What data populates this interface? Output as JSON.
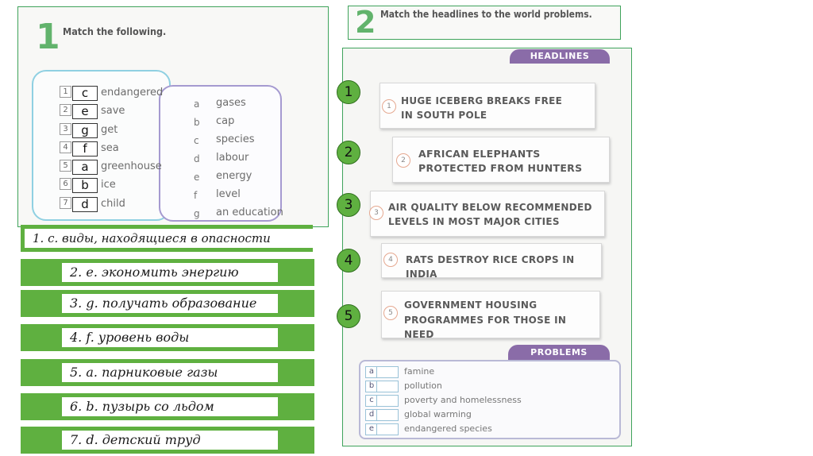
{
  "exercise1": {
    "number": "1",
    "instruction": "Match the following.",
    "words": [
      {
        "num": "1",
        "answer": "c",
        "word": "endangered"
      },
      {
        "num": "2",
        "answer": "e",
        "word": "save"
      },
      {
        "num": "3",
        "answer": "g",
        "word": "get"
      },
      {
        "num": "4",
        "answer": "f",
        "word": "sea"
      },
      {
        "num": "5",
        "answer": "a",
        "word": "greenhouse"
      },
      {
        "num": "6",
        "answer": "b",
        "word": "ice"
      },
      {
        "num": "7",
        "answer": "d",
        "word": "child"
      }
    ],
    "definitions": [
      {
        "letter": "a",
        "text": "gases"
      },
      {
        "letter": "b",
        "text": "cap"
      },
      {
        "letter": "c",
        "text": "species"
      },
      {
        "letter": "d",
        "text": "labour"
      },
      {
        "letter": "e",
        "text": "energy"
      },
      {
        "letter": "f",
        "text": "level"
      },
      {
        "letter": "g",
        "text": "an education"
      }
    ]
  },
  "translations": [
    "1. c. виды, находящиеся в опасности",
    "2. e. экономить энергию",
    "3. g. получать образование",
    "4. f. уровень воды",
    "5. a. парниковые газы",
    "6. b. пузырь со льдом",
    "7. d. детский труд"
  ],
  "exercise2": {
    "number": "2",
    "instruction": "Match the headlines to the world problems.",
    "headlines_tab": "HEADLINES",
    "problems_tab": "PROBLEMS",
    "headlines": [
      {
        "num": "1",
        "line1": "HUGE ICEBERG BREAKS FREE",
        "line2": "IN SOUTH POLE"
      },
      {
        "num": "2",
        "line1": "AFRICAN ELEPHANTS",
        "line2": "PROTECTED FROM HUNTERS"
      },
      {
        "num": "3",
        "line1": "AIR QUALITY BELOW RECOMMENDED",
        "line2": "LEVELS IN MOST MAJOR CITIES"
      },
      {
        "num": "4",
        "line1": "RATS DESTROY RICE CROPS IN INDIA",
        "line2": ""
      },
      {
        "num": "5",
        "line1": "GOVERNMENT HOUSING",
        "line2": "PROGRAMMES FOR THOSE IN NEED"
      }
    ],
    "markers": [
      "1",
      "2",
      "3",
      "4",
      "5"
    ],
    "problems": [
      {
        "letter": "a",
        "text": "famine"
      },
      {
        "letter": "b",
        "text": "pollution"
      },
      {
        "letter": "c",
        "text": "poverty and homelessness"
      },
      {
        "letter": "d",
        "text": "global warming"
      },
      {
        "letter": "e",
        "text": "endangered species"
      }
    ]
  }
}
